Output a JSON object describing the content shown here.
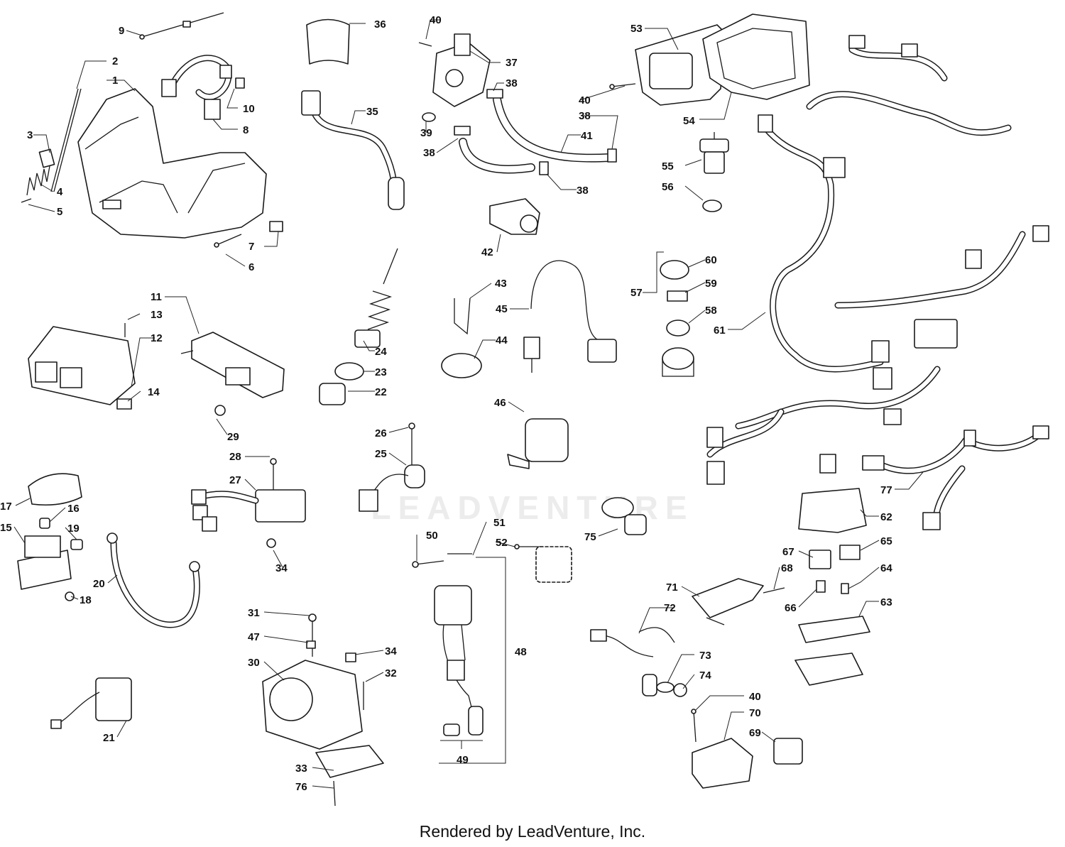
{
  "footer": {
    "credit": "Rendered by LeadVenture, Inc."
  },
  "watermark": {
    "text": "LEADVENTURE"
  },
  "callouts": [
    {
      "id": "c9",
      "text": "9"
    },
    {
      "id": "c36",
      "text": "36"
    },
    {
      "id": "c40a",
      "text": "40"
    },
    {
      "id": "c37",
      "text": "37"
    },
    {
      "id": "c53",
      "text": "53"
    },
    {
      "id": "c2",
      "text": "2"
    },
    {
      "id": "c1",
      "text": "1"
    },
    {
      "id": "c10",
      "text": "10"
    },
    {
      "id": "c35",
      "text": "35"
    },
    {
      "id": "c38a",
      "text": "38"
    },
    {
      "id": "c40b",
      "text": "40"
    },
    {
      "id": "c54",
      "text": "54"
    },
    {
      "id": "c3",
      "text": "3"
    },
    {
      "id": "c8",
      "text": "8"
    },
    {
      "id": "c39",
      "text": "39"
    },
    {
      "id": "c38b",
      "text": "38"
    },
    {
      "id": "c38c",
      "text": "38"
    },
    {
      "id": "c41",
      "text": "41"
    },
    {
      "id": "c55",
      "text": "55"
    },
    {
      "id": "c56",
      "text": "56"
    },
    {
      "id": "c4",
      "text": "4"
    },
    {
      "id": "c5",
      "text": "5"
    },
    {
      "id": "c38d",
      "text": "38"
    },
    {
      "id": "c7",
      "text": "7"
    },
    {
      "id": "c42",
      "text": "42"
    },
    {
      "id": "c6",
      "text": "6"
    },
    {
      "id": "c60",
      "text": "60"
    },
    {
      "id": "c57",
      "text": "57"
    },
    {
      "id": "c59",
      "text": "59"
    },
    {
      "id": "c43",
      "text": "43"
    },
    {
      "id": "c11",
      "text": "11"
    },
    {
      "id": "c45",
      "text": "45"
    },
    {
      "id": "c58",
      "text": "58"
    },
    {
      "id": "c61",
      "text": "61"
    },
    {
      "id": "c13",
      "text": "13"
    },
    {
      "id": "c12",
      "text": "12"
    },
    {
      "id": "c44",
      "text": "44"
    },
    {
      "id": "c24",
      "text": "24"
    },
    {
      "id": "c23",
      "text": "23"
    },
    {
      "id": "c22",
      "text": "22"
    },
    {
      "id": "c14",
      "text": "14"
    },
    {
      "id": "c46",
      "text": "46"
    },
    {
      "id": "c29",
      "text": "29"
    },
    {
      "id": "c26",
      "text": "26"
    },
    {
      "id": "c28",
      "text": "28"
    },
    {
      "id": "c25",
      "text": "25"
    },
    {
      "id": "c27",
      "text": "27"
    },
    {
      "id": "c77",
      "text": "77"
    },
    {
      "id": "c17",
      "text": "17"
    },
    {
      "id": "c16",
      "text": "16"
    },
    {
      "id": "c62",
      "text": "62"
    },
    {
      "id": "c15",
      "text": "15"
    },
    {
      "id": "c19",
      "text": "19"
    },
    {
      "id": "c75",
      "text": "75"
    },
    {
      "id": "c50",
      "text": "50"
    },
    {
      "id": "c51",
      "text": "51"
    },
    {
      "id": "c65",
      "text": "65"
    },
    {
      "id": "c52",
      "text": "52"
    },
    {
      "id": "c34a",
      "text": "34"
    },
    {
      "id": "c67",
      "text": "67"
    },
    {
      "id": "c64",
      "text": "64"
    },
    {
      "id": "c68",
      "text": "68"
    },
    {
      "id": "c20",
      "text": "20"
    },
    {
      "id": "c71",
      "text": "71"
    },
    {
      "id": "c18",
      "text": "18"
    },
    {
      "id": "c66",
      "text": "66"
    },
    {
      "id": "c63",
      "text": "63"
    },
    {
      "id": "c72",
      "text": "72"
    },
    {
      "id": "c31",
      "text": "31"
    },
    {
      "id": "c48",
      "text": "48"
    },
    {
      "id": "c47",
      "text": "47"
    },
    {
      "id": "c34b",
      "text": "34"
    },
    {
      "id": "c73",
      "text": "73"
    },
    {
      "id": "c30",
      "text": "30"
    },
    {
      "id": "c32",
      "text": "32"
    },
    {
      "id": "c74",
      "text": "74"
    },
    {
      "id": "c21",
      "text": "21"
    },
    {
      "id": "c40c",
      "text": "40"
    },
    {
      "id": "c70",
      "text": "70"
    },
    {
      "id": "c69",
      "text": "69"
    },
    {
      "id": "c49",
      "text": "49"
    },
    {
      "id": "c33",
      "text": "33"
    },
    {
      "id": "c76",
      "text": "76"
    }
  ]
}
